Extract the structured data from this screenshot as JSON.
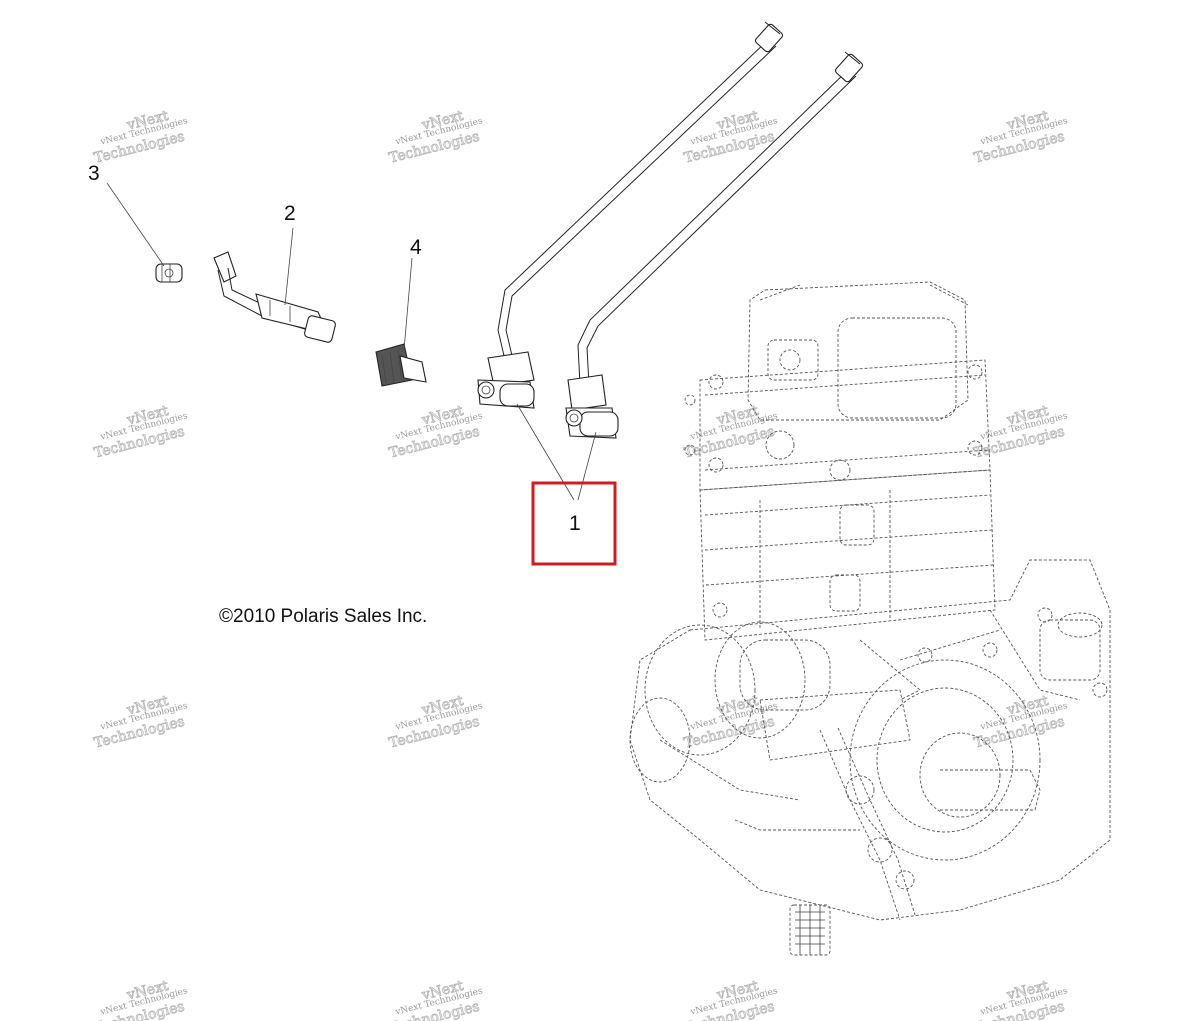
{
  "callouts": {
    "c1": "1",
    "c2": "2",
    "c3": "3",
    "c4": "4"
  },
  "copyright": "©2010 Polaris Sales Inc.",
  "watermark": {
    "line1": "vNext Technologies",
    "line2": "vNext",
    "line3": "Technologies"
  },
  "highlight_color": "#d01c1c",
  "highlighted_part": "1"
}
